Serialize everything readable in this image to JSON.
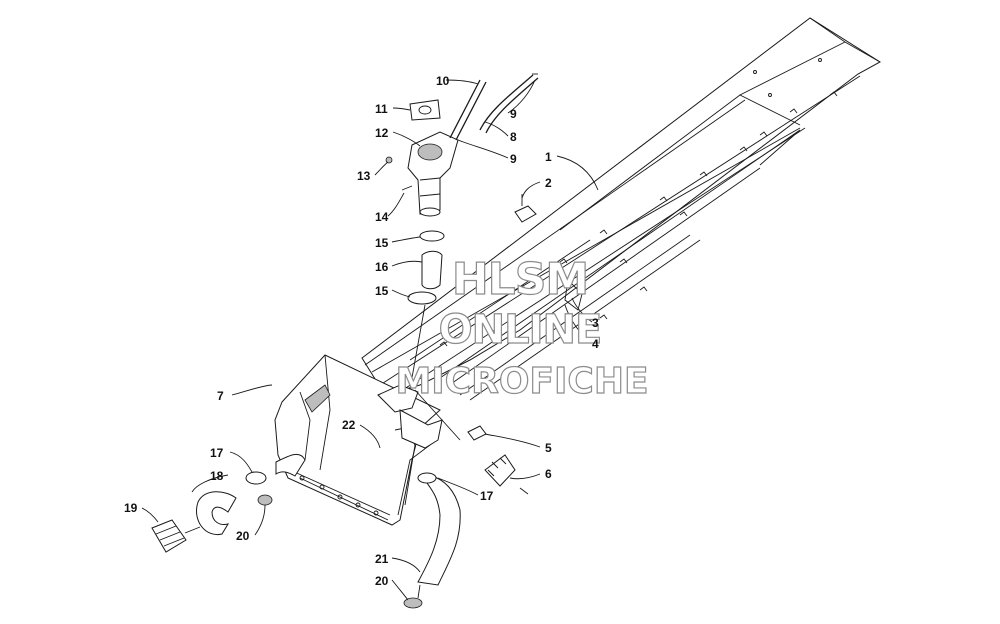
{
  "watermark": {
    "line1": "HLSM",
    "line2": "ONLINE",
    "line3": "MICROFICHE"
  },
  "callouts": [
    {
      "id": "c1",
      "label": "1"
    },
    {
      "id": "c2",
      "label": "2"
    },
    {
      "id": "c3",
      "label": "3"
    },
    {
      "id": "c4",
      "label": "4"
    },
    {
      "id": "c5",
      "label": "5"
    },
    {
      "id": "c6",
      "label": "6"
    },
    {
      "id": "c7",
      "label": "7"
    },
    {
      "id": "c8",
      "label": "8"
    },
    {
      "id": "c9a",
      "label": "9"
    },
    {
      "id": "c9b",
      "label": "9"
    },
    {
      "id": "c10",
      "label": "10"
    },
    {
      "id": "c11",
      "label": "11"
    },
    {
      "id": "c12",
      "label": "12"
    },
    {
      "id": "c13",
      "label": "13"
    },
    {
      "id": "c14",
      "label": "14"
    },
    {
      "id": "c15a",
      "label": "15"
    },
    {
      "id": "c15b",
      "label": "15"
    },
    {
      "id": "c16",
      "label": "16"
    },
    {
      "id": "c17a",
      "label": "17"
    },
    {
      "id": "c17b",
      "label": "17"
    },
    {
      "id": "c18",
      "label": "18"
    },
    {
      "id": "c19",
      "label": "19"
    },
    {
      "id": "c20a",
      "label": "20"
    },
    {
      "id": "c20b",
      "label": "20"
    },
    {
      "id": "c21",
      "label": "21"
    },
    {
      "id": "c22",
      "label": "22"
    }
  ]
}
